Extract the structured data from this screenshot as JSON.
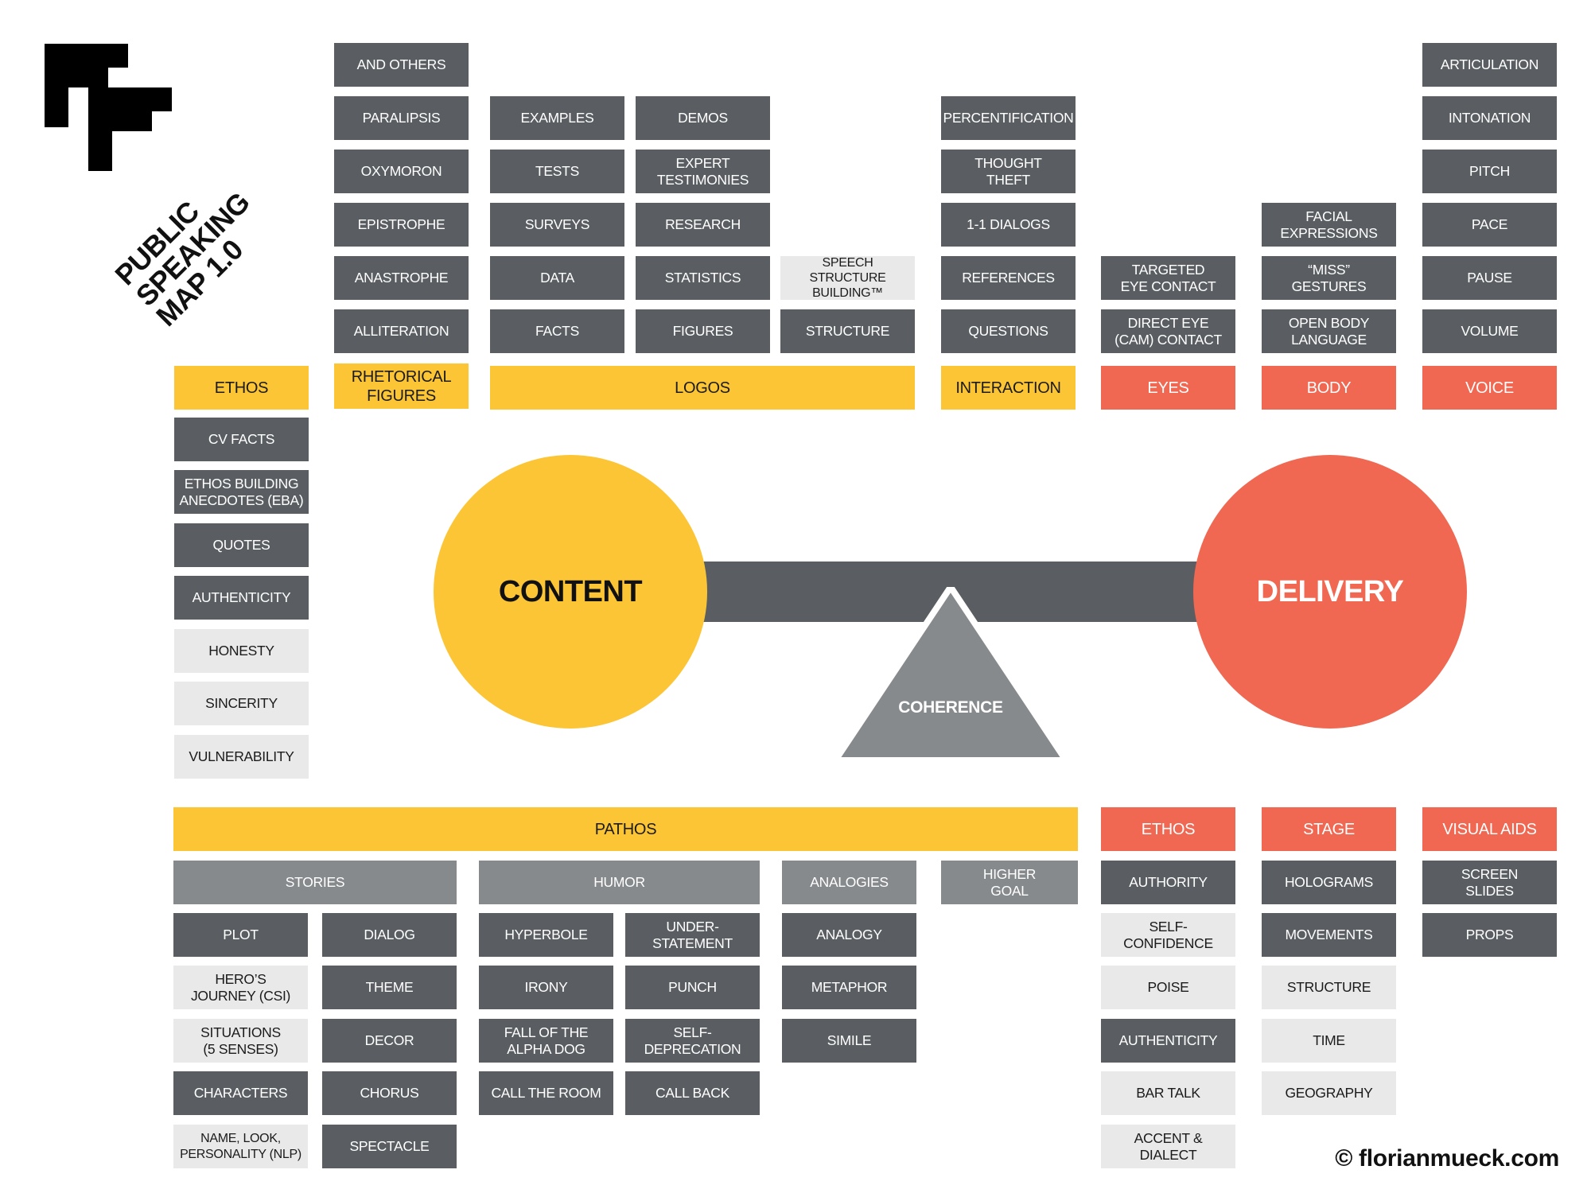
{
  "title": {
    "line1": "PUBLIC",
    "line2": "SPEAKING",
    "line3": "MAP 1.0"
  },
  "copyright": "© florianmueck.com",
  "colors": {
    "yellow": "#fcc535",
    "red": "#f06752",
    "dark": "#5a5e62",
    "mid": "#878a8d",
    "light": "#e9e9e9"
  },
  "center": {
    "content": "CONTENT",
    "delivery": "DELIVERY",
    "coherence": "COHERENCE"
  },
  "top": {
    "ethos": {
      "header": "ETHOS",
      "items": [
        "CV FACTS",
        "ETHOS BUILDING\nANECDOTES (EBA)",
        "QUOTES",
        "AUTHENTICITY",
        "HONESTY",
        "SINCERITY",
        "VULNERABILITY"
      ]
    },
    "rhetorical": {
      "header": "RHETORICAL\nFIGURES",
      "items": [
        "AND OTHERS",
        "PARALIPSIS",
        "OXYMORON",
        "EPISTROPHE",
        "ANASTROPHE",
        "ALLITERATION"
      ]
    },
    "logos": {
      "header": "LOGOS",
      "col1": [
        "EXAMPLES",
        "TESTS",
        "SURVEYS",
        "DATA",
        "FACTS"
      ],
      "col2": [
        "DEMOS",
        "EXPERT\nTESTIMONIES",
        "RESEARCH",
        "STATISTICS",
        "FIGURES"
      ],
      "col3": [
        "SPEECH STRUCTURE\nBUILDING™",
        "STRUCTURE"
      ]
    },
    "interaction": {
      "header": "INTERACTION",
      "items": [
        "PERCENTIFICATION",
        "THOUGHT\nTHEFT",
        "1-1 DIALOGS",
        "REFERENCES",
        "QUESTIONS"
      ]
    },
    "eyes": {
      "header": "EYES",
      "items": [
        "TARGETED\nEYE CONTACT",
        "DIRECT EYE\n(CAM) CONTACT"
      ]
    },
    "body": {
      "header": "BODY",
      "items": [
        "FACIAL\nEXPRESSIONS",
        "“MISS”\nGESTURES",
        "OPEN BODY\nLANGUAGE"
      ]
    },
    "voice": {
      "header": "VOICE",
      "items": [
        "ARTICULATION",
        "INTONATION",
        "PITCH",
        "PACE",
        "PAUSE",
        "VOLUME"
      ]
    }
  },
  "bottom": {
    "pathos": {
      "header": "PATHOS",
      "stories": {
        "header": "STORIES",
        "col1": [
          "PLOT",
          "HERO’S\nJOURNEY (CSI)",
          "SITUATIONS\n(5 SENSES)",
          "CHARACTERS",
          "NAME, LOOK,\nPERSONALITY (NLP)"
        ],
        "col2": [
          "DIALOG",
          "THEME",
          "DECOR",
          "CHORUS",
          "SPECTACLE"
        ]
      },
      "humor": {
        "header": "HUMOR",
        "col1": [
          "HYPERBOLE",
          "IRONY",
          "FALL OF THE\nALPHA DOG",
          "CALL THE ROOM"
        ],
        "col2": [
          "UNDER-\nSTATEMENT",
          "PUNCH",
          "SELF-\nDEPRECATION",
          "CALL BACK"
        ]
      },
      "analogies": {
        "header": "ANALOGIES",
        "items": [
          "ANALOGY",
          "METAPHOR",
          "SIMILE"
        ]
      },
      "higher_goal": {
        "header": "HIGHER\nGOAL"
      }
    },
    "ethos": {
      "header": "ETHOS",
      "items": [
        "AUTHORITY",
        "SELF-\nCONFIDENCE",
        "POISE",
        "AUTHENTICITY",
        "BAR TALK",
        "ACCENT &\nDIALECT"
      ]
    },
    "stage": {
      "header": "STAGE",
      "items": [
        "HOLOGRAMS",
        "MOVEMENTS",
        "STRUCTURE",
        "TIME",
        "GEOGRAPHY"
      ]
    },
    "visual_aids": {
      "header": "VISUAL AIDS",
      "items": [
        "SCREEN\nSLIDES",
        "PROPS"
      ]
    }
  }
}
